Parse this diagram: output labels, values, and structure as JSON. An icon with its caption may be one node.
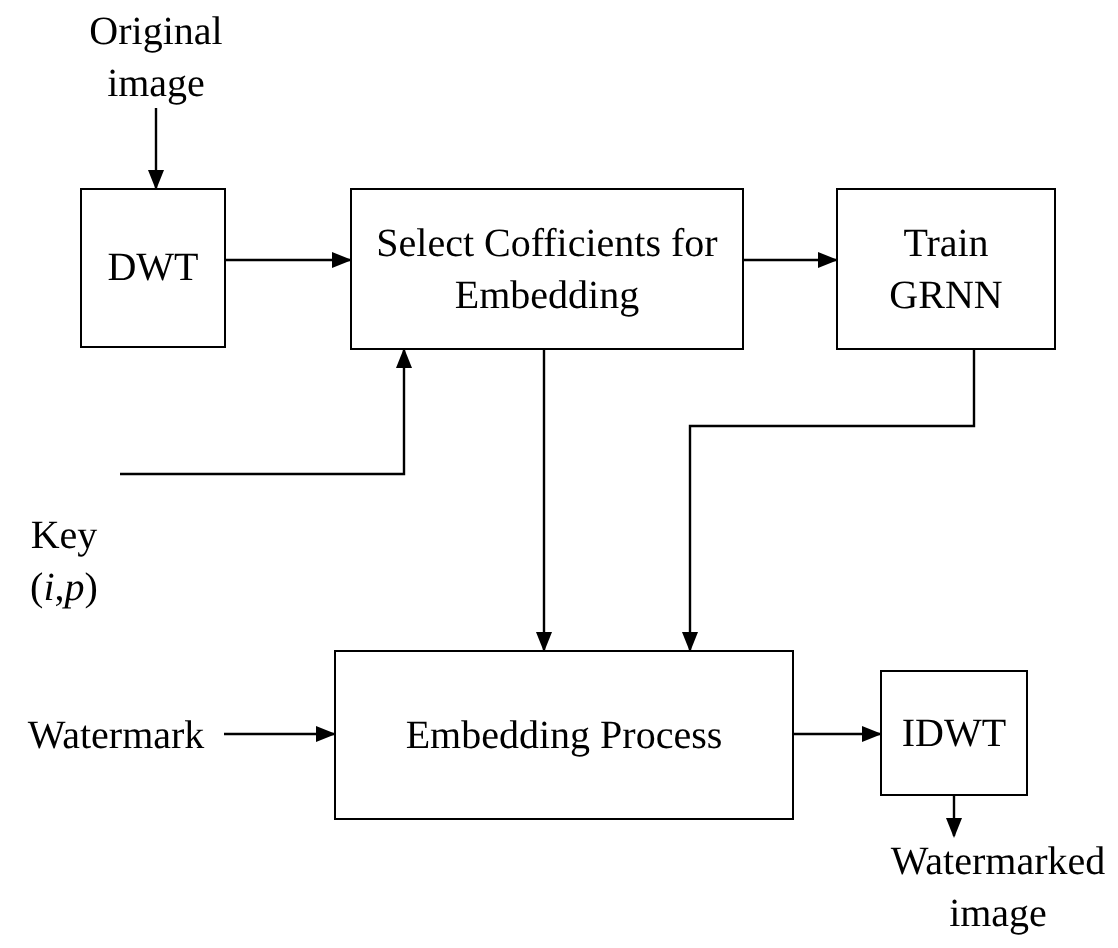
{
  "diagram": {
    "nodes": [
      {
        "text": [
          "Original image"
        ]
      },
      {
        "text": [
          "DWT"
        ]
      },
      {
        "text": [
          "Select Cofficients for Embedding"
        ]
      },
      {
        "text": [
          "Train GRNN"
        ]
      },
      {
        "text": [
          "Key (*i*,*p*)"
        ]
      },
      {
        "text": [
          "Watermark"
        ]
      },
      {
        "text": [
          "Embedding Process"
        ]
      },
      {
        "text": [
          "IDWT"
        ]
      },
      {
        "text": [
          "Watermarked image"
        ]
      }
    ],
    "edges": [
      {
        "from": 0,
        "to": 1,
        "arrow": "to"
      },
      {
        "from": 1,
        "to": 2,
        "arrow": "to"
      },
      {
        "from": 2,
        "to": 3,
        "arrow": "to"
      },
      {
        "from": 4,
        "to": 2,
        "arrow": "to"
      },
      {
        "from": 2,
        "to": 6,
        "arrow": "to"
      },
      {
        "from": 3,
        "to": 6,
        "arrow": "to"
      },
      {
        "from": 5,
        "to": 6,
        "arrow": "to"
      },
      {
        "from": 6,
        "to": 7,
        "arrow": "to"
      },
      {
        "from": 7,
        "to": 8,
        "arrow": "to"
      }
    ]
  }
}
